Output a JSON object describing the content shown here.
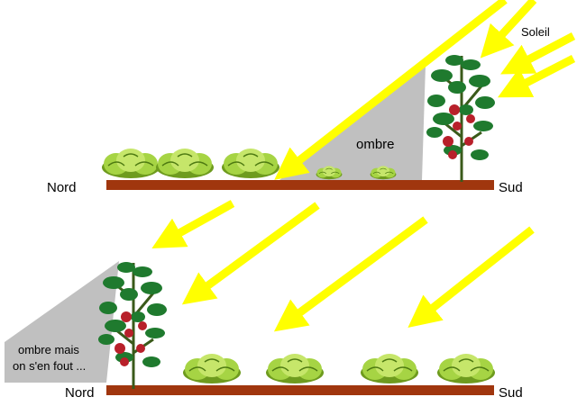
{
  "top_panel": {
    "north_label": "Nord",
    "south_label": "Sud",
    "shadow_label": "ombre",
    "sun_label": "Soleil"
  },
  "bottom_panel": {
    "north_label": "Nord",
    "south_label": "Sud",
    "shadow_label_line1": "ombre mais",
    "shadow_label_line2": "on s'en fout ..."
  },
  "colors": {
    "sun_ray": "#ffff00",
    "ground": "#a0360e",
    "shadow": "#c0c0c0",
    "lettuce": "#9ccc3c",
    "tomato_leaf": "#1f7a2e",
    "tomato_fruit": "#b8202a"
  }
}
